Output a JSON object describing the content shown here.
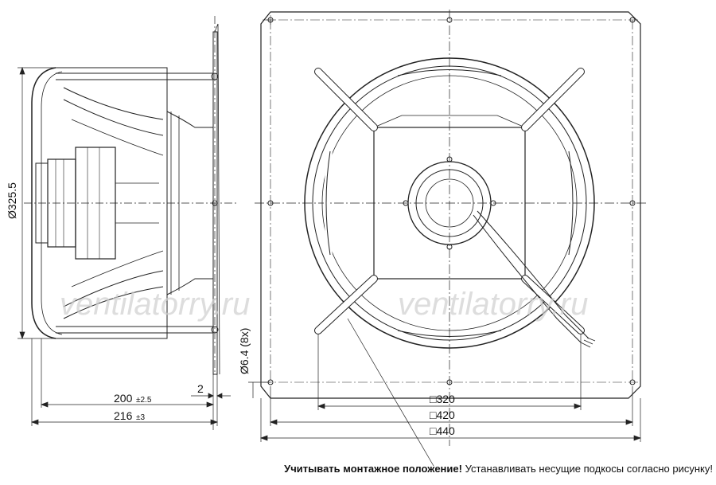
{
  "dimensions": {
    "diameter": "Ø325.5",
    "hole": "Ø6.4 (8x)",
    "depth_200": "200",
    "depth_200_tol": "±2.5",
    "depth_216": "216",
    "depth_216_tol": "±3",
    "flange_2": "2",
    "sq_320": "□320",
    "sq_420": "□420",
    "sq_440": "□440"
  },
  "watermark": {
    "left": "ventilatorry.ru",
    "right": "ventilatorry.ru"
  },
  "note": {
    "bold": "Учитывать монтажное положение!",
    "text": " Устанавливать несущие подкосы согласно рисунку!"
  },
  "colors": {
    "line": "#222222",
    "watermark": "#c8c8c8"
  }
}
